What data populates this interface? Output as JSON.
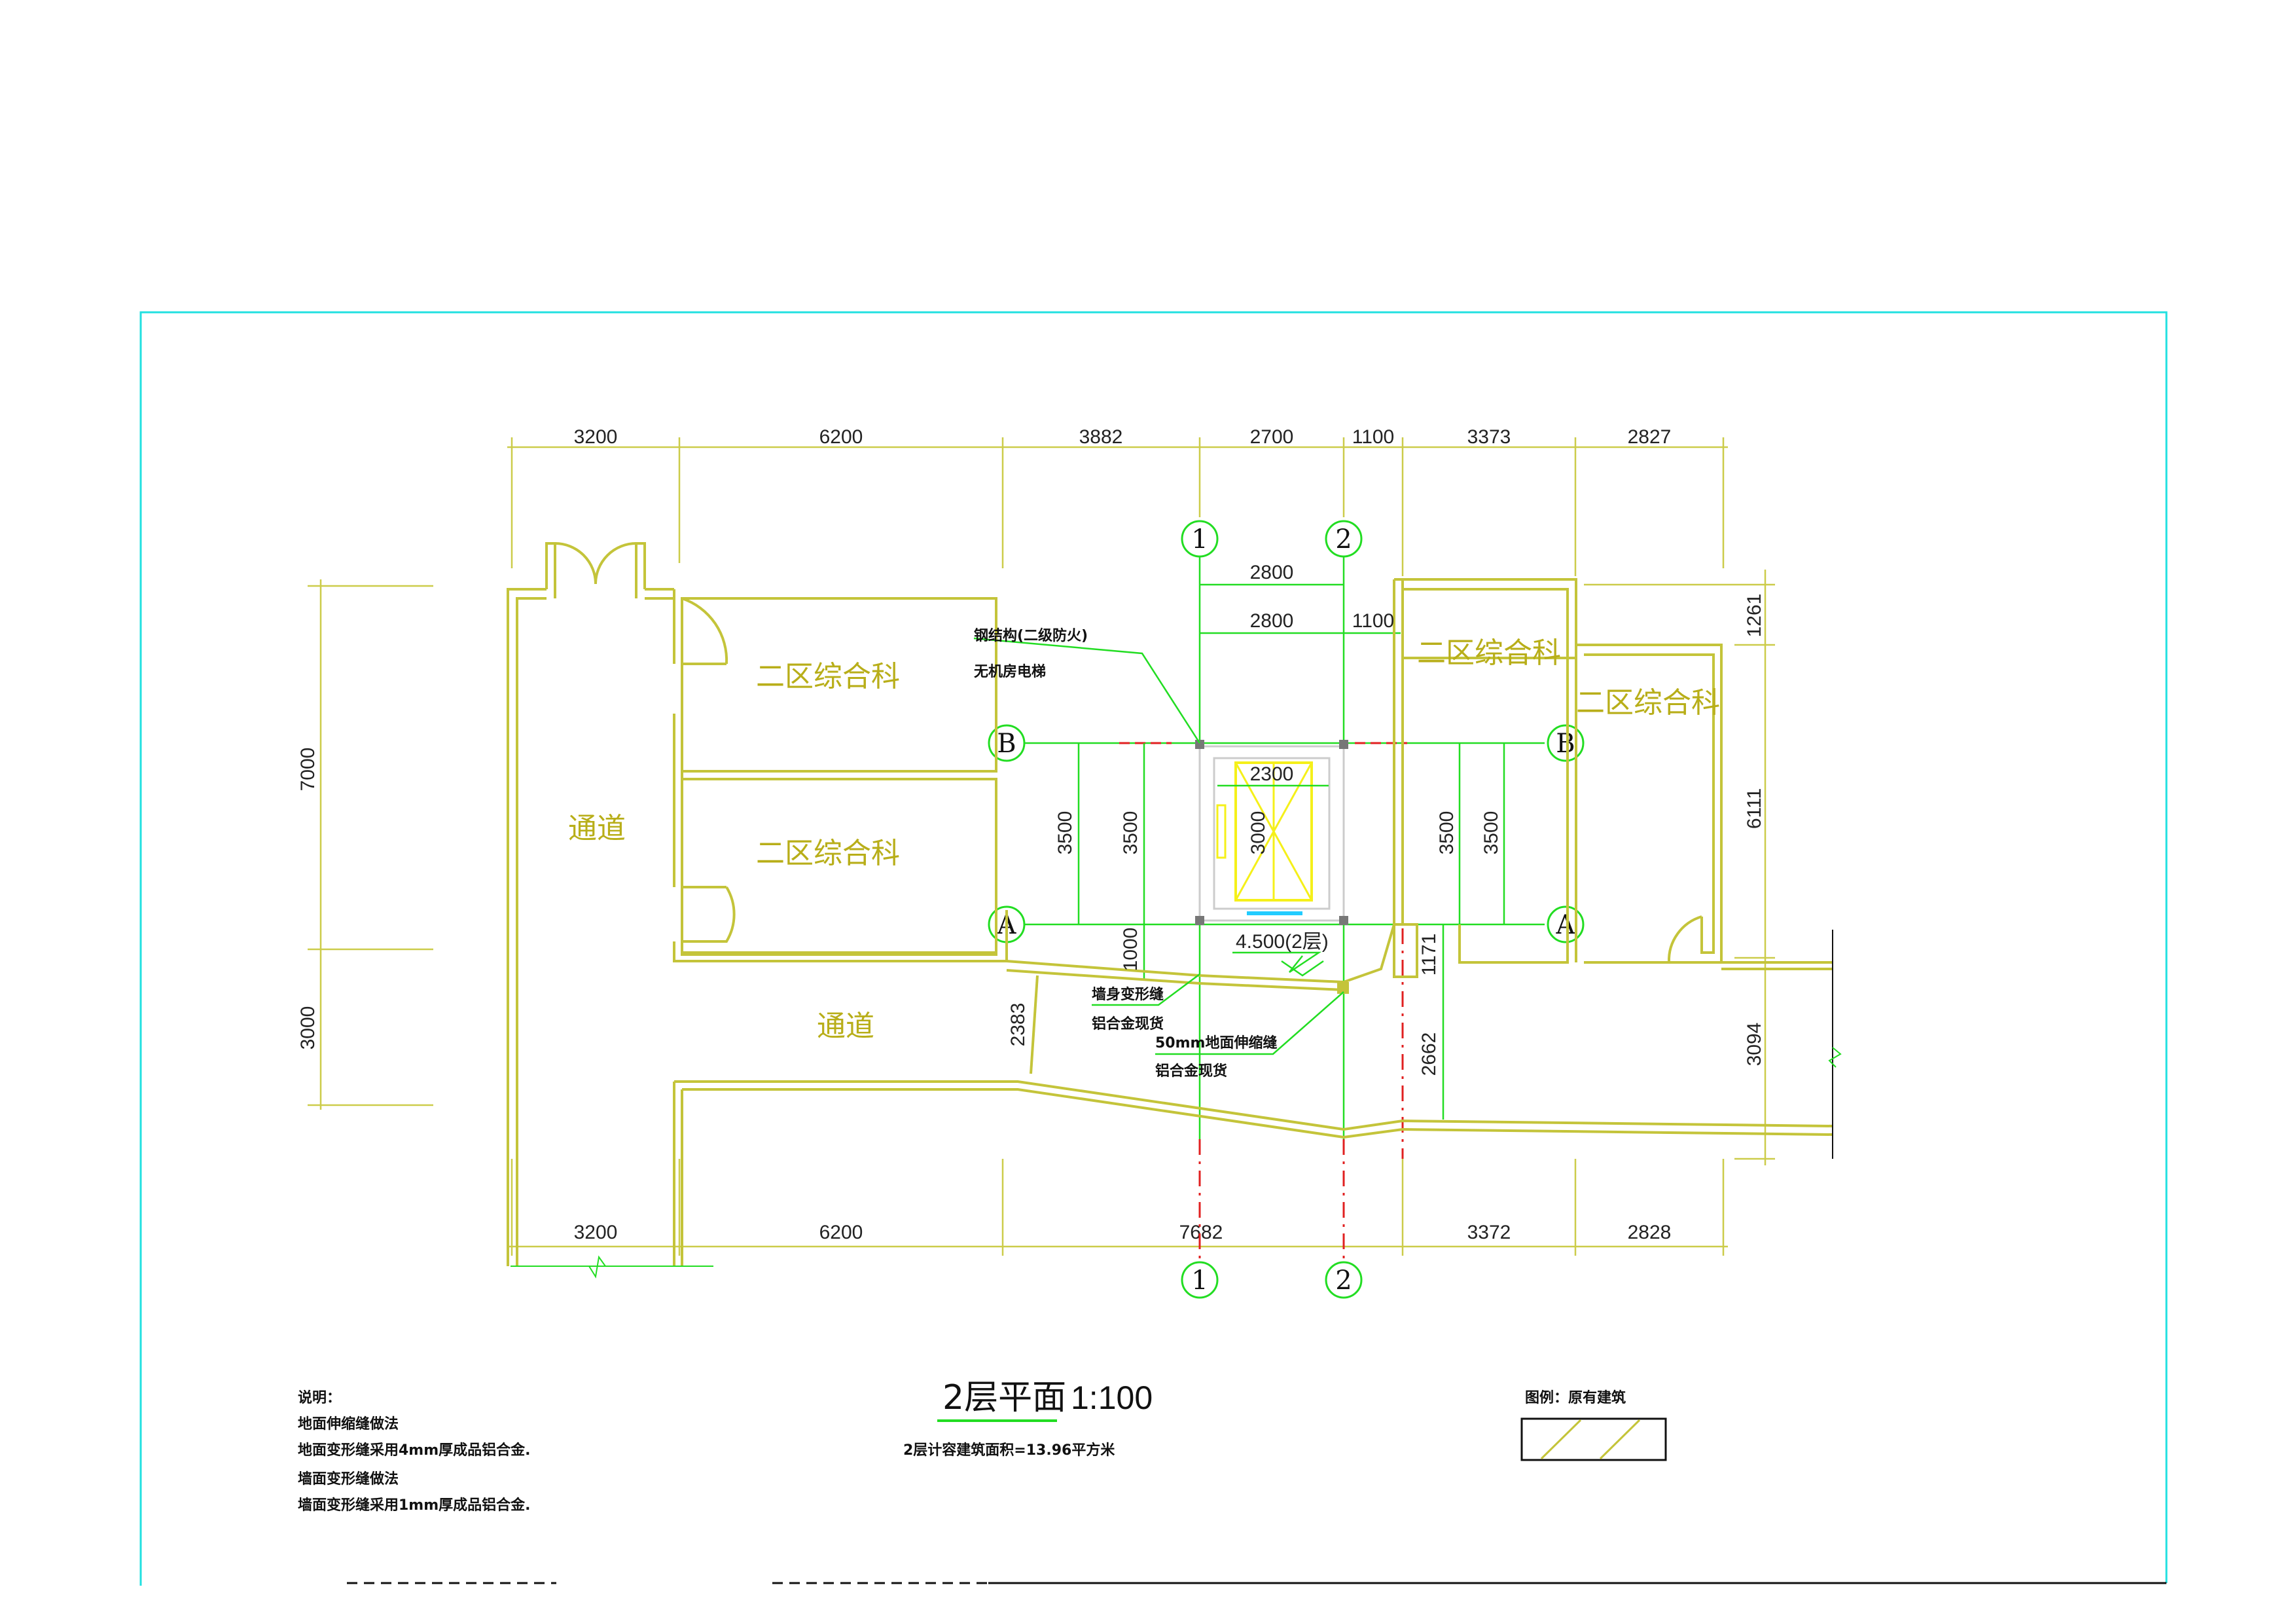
{
  "colors": {
    "frame": "#22e0e0",
    "wall": "#c4c43a",
    "grid": "#22dd22",
    "axis_red": "#e02020",
    "room_text": "#b8ae19",
    "elevator": "#f5f01a"
  },
  "dims": {
    "top": [
      "3200",
      "6200",
      "3882",
      "2700",
      "1100",
      "3373",
      "2827"
    ],
    "bottom": [
      "3200",
      "6200",
      "7682",
      "3372",
      "2828"
    ],
    "left": [
      "7000",
      "3000"
    ],
    "right": [
      "1261",
      "6111",
      "3094"
    ],
    "inner": {
      "d2800a": "2800",
      "d2800b": "2800",
      "d1100": "1100",
      "d2300": "2300",
      "d3000": "3000",
      "d3500_l1": "3500",
      "d3500_l2": "3500",
      "d3500_r1": "3500",
      "d3500_r2": "3500",
      "d1000": "1000",
      "d2383": "2383",
      "d1171": "1171",
      "d2662": "2662"
    }
  },
  "axes": {
    "a1": "1",
    "a2": "2",
    "b": "B",
    "a": "A"
  },
  "rooms": {
    "r1": "二区综合科",
    "r2": "二区综合科",
    "r3": "二区综合科",
    "r4": "二区综合科",
    "corridor1": "通道",
    "corridor2": "通道"
  },
  "annotations": {
    "steel": "钢结构(二级防火)",
    "elevator": "无机房电梯",
    "level": "4.500(2层)",
    "wall_joint": "墙身变形缝",
    "wall_joint_cover": "铝合金现货",
    "floor_joint": "50mm地面伸缩缝",
    "floor_joint_cover": "铝合金现货"
  },
  "title": {
    "main": "2层平面",
    "scale": "1:100",
    "area": "2层计容建筑面积=13.96平方米"
  },
  "notes": {
    "heading": "说明：",
    "l1": "地面伸缩缝做法",
    "l2": "地面变形缝采用4mm厚成品铝合金.",
    "l3": "墙面变形缝做法",
    "l4": "墙面变形缝采用1mm厚成品铝合金."
  },
  "legend": {
    "label": "图例：原有建筑"
  }
}
